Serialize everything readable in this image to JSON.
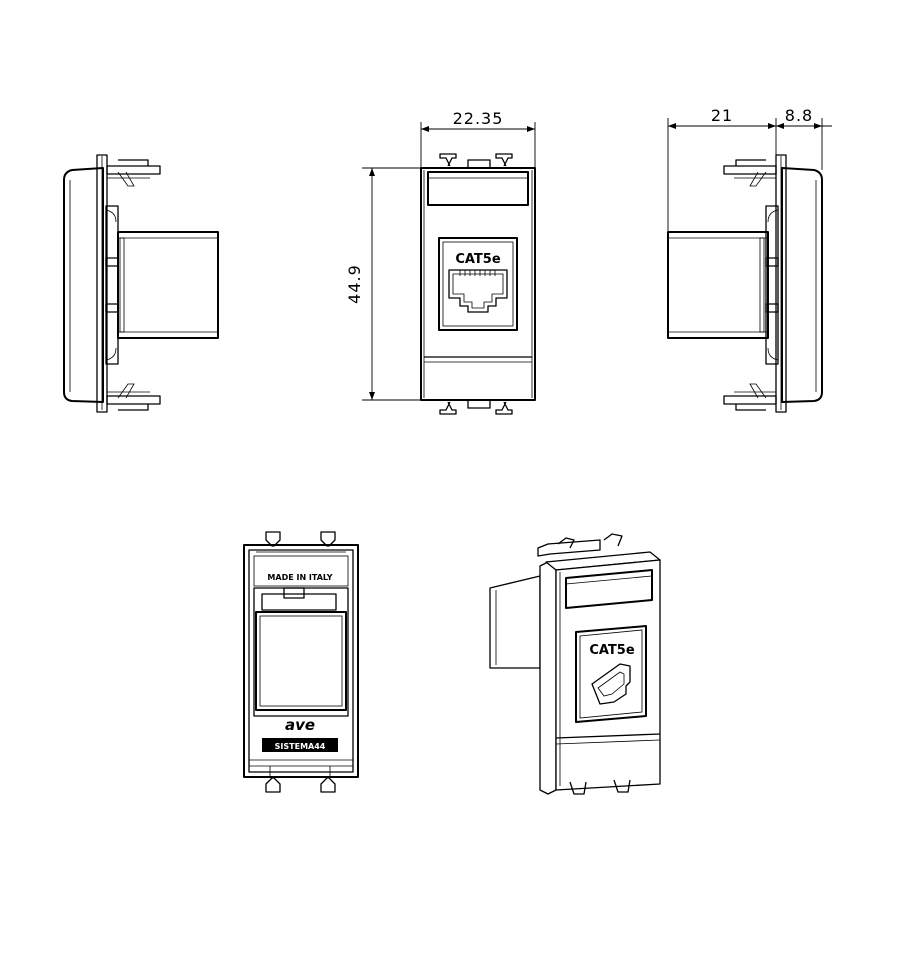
{
  "dimensions": {
    "front_width": "22.35",
    "front_height": "44.9",
    "side_depth": "21",
    "side_front_depth": "8.8"
  },
  "labels": {
    "front_category": "CAT5e",
    "iso_category": "CAT5e",
    "rear_origin": "MADE IN ITALY",
    "rear_brand": "ave",
    "rear_series": "SISTEMA44"
  }
}
